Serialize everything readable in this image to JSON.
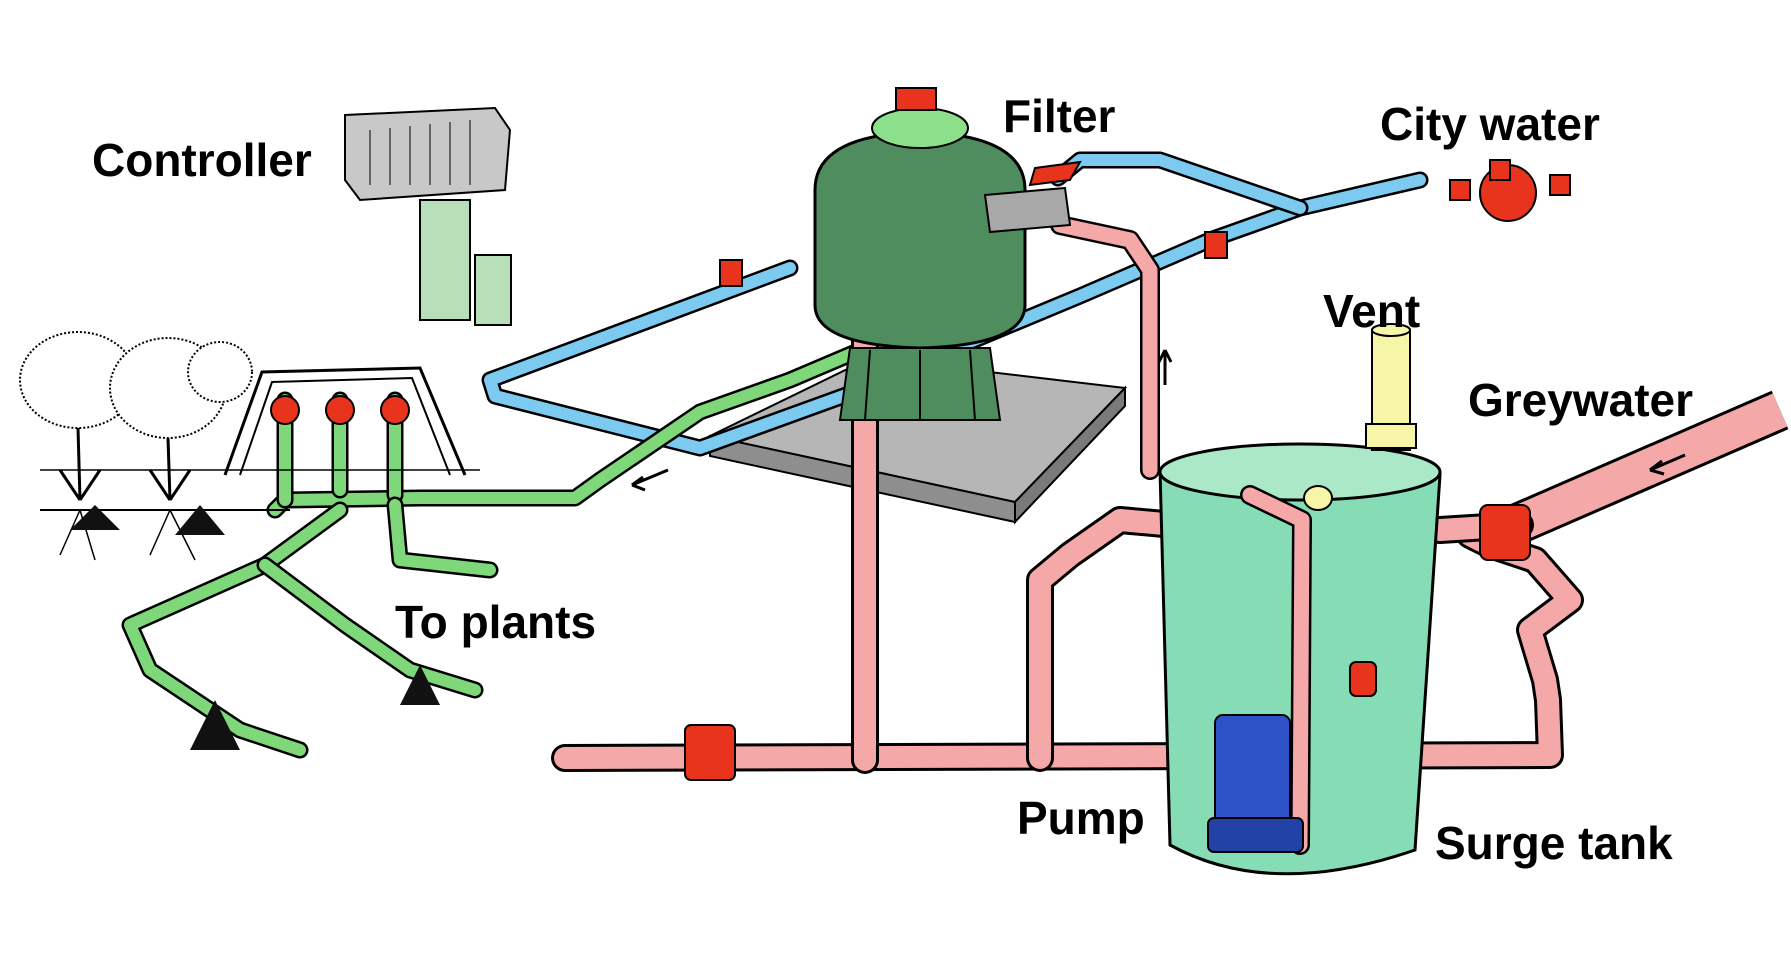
{
  "labels": {
    "controller": "Controller",
    "filter": "Filter",
    "city_water": "City water",
    "vent": "Vent",
    "greywater": "Greywater",
    "to_plants": "To plants",
    "pump": "Pump",
    "surge_tank": "Surge tank"
  },
  "colors": {
    "pink_pipe": "#f4a8a8",
    "blue_pipe": "#7ccaf0",
    "green_pipe": "#7ed87a",
    "filter_tank": "#4f8c5e",
    "surge_tank": "#86dcb4",
    "valve_red": "#e8341c",
    "pump_blue": "#2d52c8",
    "slab_gray": "#a9a9a9",
    "vent_yellow": "#f7f5a8"
  }
}
